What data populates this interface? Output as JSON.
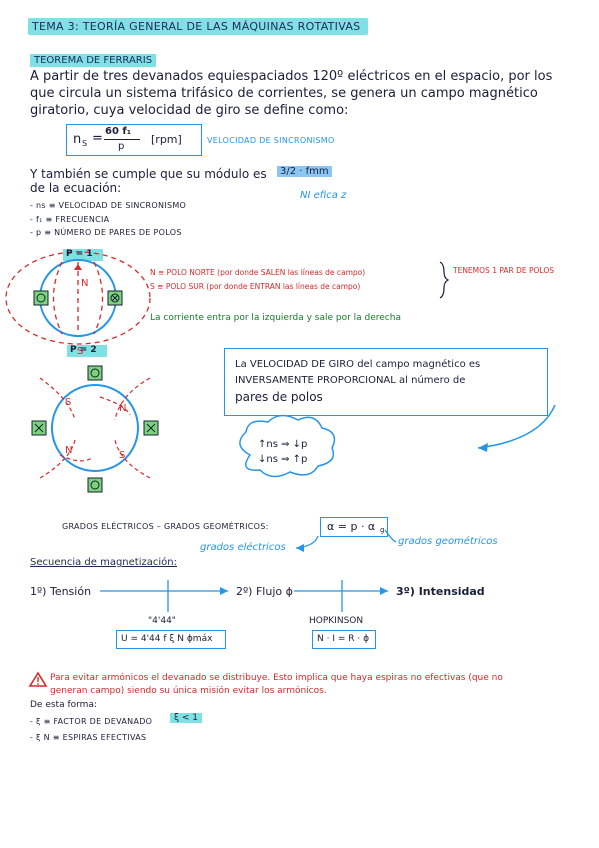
{
  "title": "TEMA 3: TEORÍA GENERAL DE LAS MÁQUINAS ROTATIVAS",
  "theorem_heading": "TEOREMA DE FERRARIS",
  "intro": [
    "A partir de tres devanados equiespaciados 120º eléctricos en el espacio, por los",
    "que circula un sistema trifásico de corrientes, se genera un campo magnético",
    "giratorio, cuya velocidad de giro se define como:"
  ],
  "formula_ns": {
    "lhs": "n",
    "lhs_sub": "S",
    "eq": "=",
    "numerator": "60 f₁",
    "denominator": "p",
    "unit": "[rpm]",
    "label": "VELOCIDAD DE SINCRONISMO"
  },
  "modulus_line": "Y también se cumple que su módulo es",
  "modulus_value": "3/2 · fmm",
  "modulus_note": "NI efica z",
  "equation_line": "de la ecuación:",
  "definitions": [
    "- ns ≡ VELOCIDAD DE SINCRONISMO",
    "- f₁ ≡ FRECUENCIA",
    "- p ≡ NÚMERO DE PARES DE POLOS"
  ],
  "p1": {
    "label": "P = 1",
    "north": "N",
    "south": "S",
    "poles": [
      "N ≡ POLO NORTE (por donde SALEN las líneas de campo)",
      "S ≡ POLO SUR (por donde ENTRAN las líneas de campo)"
    ],
    "result": "TENEMOS 1 PAR DE POLOS",
    "current_note": "La corriente entra por la izquierda y sale por la derecha"
  },
  "p2": {
    "label": "P = 2",
    "poles": [
      "S",
      "N",
      "S",
      "N"
    ],
    "info_box": [
      "La VELOCIDAD DE GIRO del campo magnético es",
      "INVERSAMENTE PROPORCIONAL al número de",
      "pares de polos"
    ],
    "cloud": [
      "↑ns ⇒ ↓p",
      "↓ns ⇒ ↑p"
    ]
  },
  "degrees": {
    "text": "GRADOS ELÉCTRICOS – GRADOS GEOMÉTRICOS:",
    "formula": "α = p · α",
    "formula_sub": "g",
    "label_electric": "grados eléctricos",
    "label_geometric": "grados geométricos"
  },
  "sequence": {
    "heading": "Secuencia de magnetización:",
    "steps": [
      "1º) Tensión",
      "2º) Flujo ϕ",
      "3º) Intensidad"
    ],
    "law1_name": "\"4'44\"",
    "law1_formula": "U = 4'44 f ξ N ϕmáx",
    "law2_name": "HOPKINSON",
    "law2_formula": "N · I = R · ϕ"
  },
  "warning": {
    "icon": "warning-triangle",
    "lines": [
      "Para evitar armónicos el devanado se distribuye. Esto implica que haya espiras no efectivas (que no",
      "generan campo) siendo su única misión evitar los armónicos."
    ],
    "form_line": "De esta forma:",
    "items": [
      "- ξ ≡ FACTOR DE DEVANADO",
      "- ξ N ≡ ESPIRAS EFECTIVAS"
    ],
    "highlight": "ξ < 1"
  },
  "colors": {
    "teal_highlight": "#7fe1e3",
    "blue_highlight": "#8bc7f2",
    "blue_ink": "#2595e8",
    "red_ink": "#d42a2a",
    "green_ink": "#1a7a2a",
    "dark_ink": "#1b1f3a"
  }
}
